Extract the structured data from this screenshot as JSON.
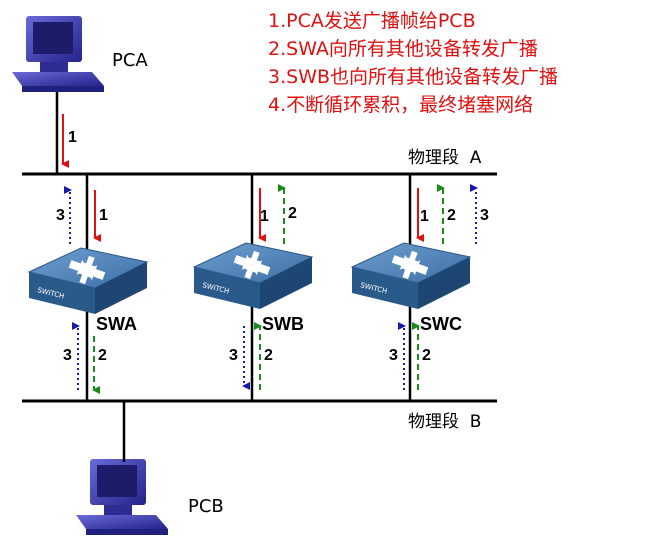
{
  "notes": [
    "1.PCA发送广播帧给PCB",
    "2.SWA向所有其他设备转发广播",
    "3.SWB也向所有其他设备转发广播",
    "4.不断循环累积，最终堵塞网络"
  ],
  "hosts": {
    "pca": "PCA",
    "pcb": "PCB"
  },
  "segments": {
    "a": "物理段  A",
    "b": "物理段  B"
  },
  "switches": {
    "swa": "SWA",
    "swb": "SWB",
    "swc": "SWC",
    "face_text": "SWITCH"
  },
  "arrow_labels": {
    "one": "1",
    "two": "2",
    "three": "3"
  },
  "colors": {
    "note_text": "#e01010",
    "red_arrow": "#e01010",
    "green_arrow": "#1a8a1a",
    "blue_arrow": "#1a1aa8",
    "switch_body": "#2a5a8a",
    "switch_top": "#4a7fb5",
    "pc_body": "#3a3aa0"
  }
}
